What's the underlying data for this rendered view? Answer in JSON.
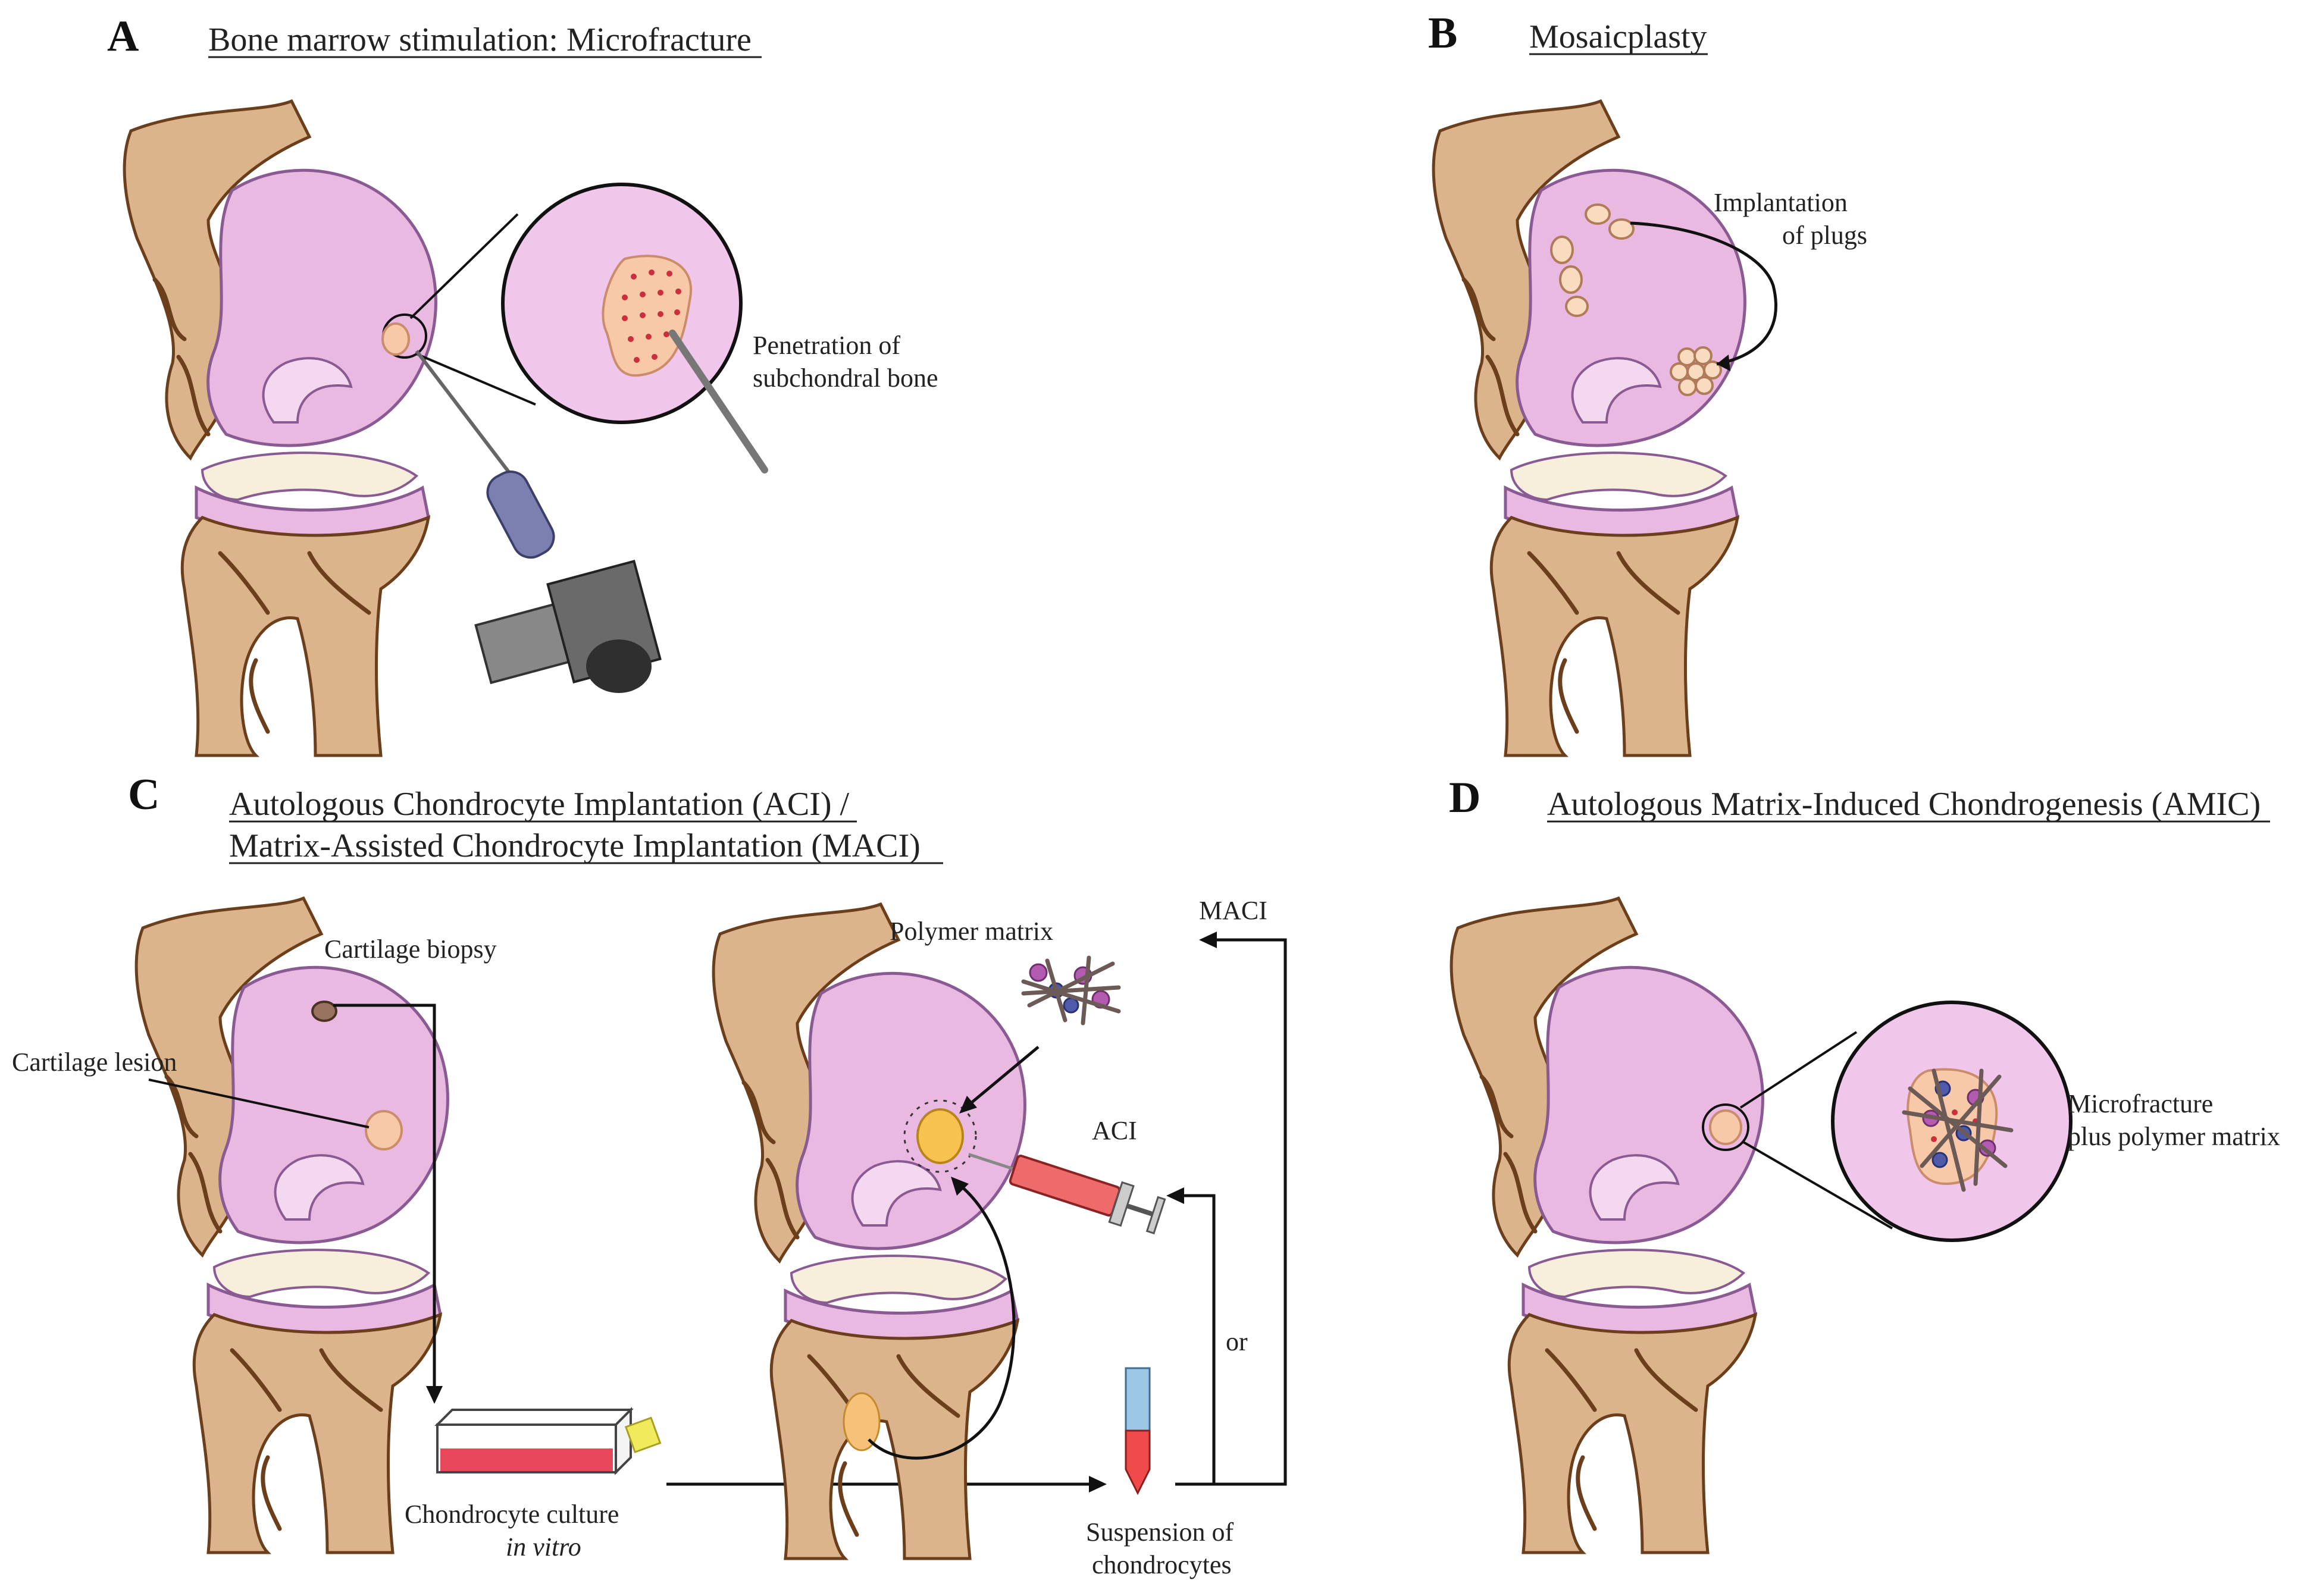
{
  "panels": {
    "a": {
      "letter": "A",
      "title": "Bone marrow stimulation: Microfracture",
      "callout": [
        "Penetration of",
        "subchondral bone"
      ]
    },
    "b": {
      "letter": "B",
      "title": "Mosaicplasty",
      "callout": [
        "Implantation",
        "of plugs"
      ]
    },
    "c": {
      "letter": "C",
      "title_line1": "Autologous Chondrocyte Implantation (ACI) /",
      "title_line2": "Matrix-Assisted Chondrocyte Implantation (MACI)",
      "biopsy_label": "Cartilage biopsy",
      "lesion_label": "Cartilage lesion",
      "matrix_label": "Polymer matrix",
      "aci_label": "ACI",
      "maci_label": "MACI",
      "or_label": "or",
      "culture_label": "Chondrocyte culture",
      "culture_sub": "in vitro",
      "suspension_label": [
        "Suspension of",
        "chondrocytes"
      ]
    },
    "d": {
      "letter": "D",
      "title": "Autologous Matrix-Induced Chondrogenesis (AMIC)",
      "callout": [
        "Microfracture",
        "plus polymer matrix"
      ]
    }
  },
  "colors": {
    "cartilage": "#e9b9e2",
    "bone": "#dcb48c",
    "lesion_dots": "#cc2f3c",
    "culture_medium": "#e8485a",
    "syringe": "#ef6a6a"
  }
}
